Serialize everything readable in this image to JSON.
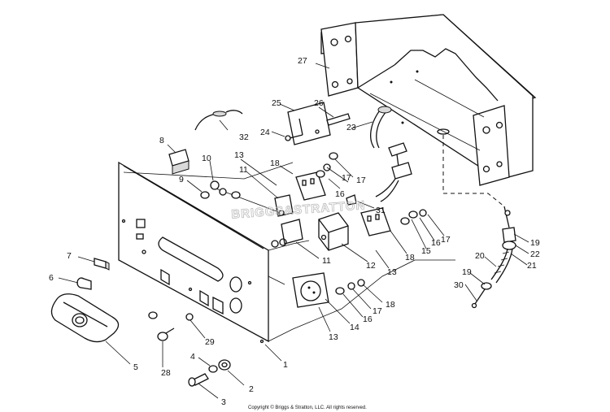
{
  "diagram": {
    "callouts": [
      {
        "id": "c1",
        "text": "1"
      },
      {
        "id": "c2",
        "text": "2"
      },
      {
        "id": "c3",
        "text": "3"
      },
      {
        "id": "c4",
        "text": "4"
      },
      {
        "id": "c5",
        "text": "5"
      },
      {
        "id": "c6",
        "text": "6"
      },
      {
        "id": "c7",
        "text": "7"
      },
      {
        "id": "c8",
        "text": "8"
      },
      {
        "id": "c9",
        "text": "9"
      },
      {
        "id": "c10",
        "text": "10"
      },
      {
        "id": "c11a",
        "text": "11"
      },
      {
        "id": "c11b",
        "text": "11"
      },
      {
        "id": "c12",
        "text": "12"
      },
      {
        "id": "c13a",
        "text": "13"
      },
      {
        "id": "c13b",
        "text": "13"
      },
      {
        "id": "c13c",
        "text": "13"
      },
      {
        "id": "c14",
        "text": "14"
      },
      {
        "id": "c15a",
        "text": "15"
      },
      {
        "id": "c15b",
        "text": "15"
      },
      {
        "id": "c15c",
        "text": "15"
      },
      {
        "id": "c16a",
        "text": "16"
      },
      {
        "id": "c16b",
        "text": "16"
      },
      {
        "id": "c16c",
        "text": "16"
      },
      {
        "id": "c17a",
        "text": "17"
      },
      {
        "id": "c17b",
        "text": "17"
      },
      {
        "id": "c17c",
        "text": "17"
      },
      {
        "id": "c18a",
        "text": "18"
      },
      {
        "id": "c18b",
        "text": "18"
      },
      {
        "id": "c19a",
        "text": "19"
      },
      {
        "id": "c19b",
        "text": "19"
      },
      {
        "id": "c20",
        "text": "20"
      },
      {
        "id": "c21",
        "text": "21"
      },
      {
        "id": "c22",
        "text": "22"
      },
      {
        "id": "c23",
        "text": "23"
      },
      {
        "id": "c24",
        "text": "24"
      },
      {
        "id": "c25",
        "text": "25"
      },
      {
        "id": "c26",
        "text": "26"
      },
      {
        "id": "c27",
        "text": "27"
      },
      {
        "id": "c28",
        "text": "28"
      },
      {
        "id": "c29",
        "text": "29"
      },
      {
        "id": "c30",
        "text": "30"
      },
      {
        "id": "c31",
        "text": "31"
      },
      {
        "id": "c32",
        "text": "32"
      }
    ],
    "watermark": "BRIGGS&STRATTON",
    "copyright": "Copyright © Briggs & Stratton, LLC. All rights reserved."
  }
}
